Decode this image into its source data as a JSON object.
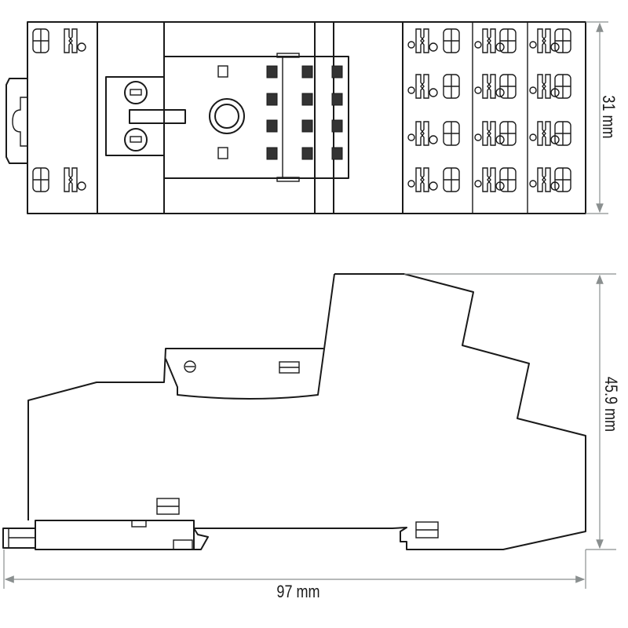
{
  "dimensions": {
    "top_view_height": "31 mm",
    "side_view_height": "45.9 mm",
    "overall_width": "97 mm"
  },
  "colors": {
    "line": "#1a1a1a",
    "dimension_line": "#8a8f8f"
  }
}
